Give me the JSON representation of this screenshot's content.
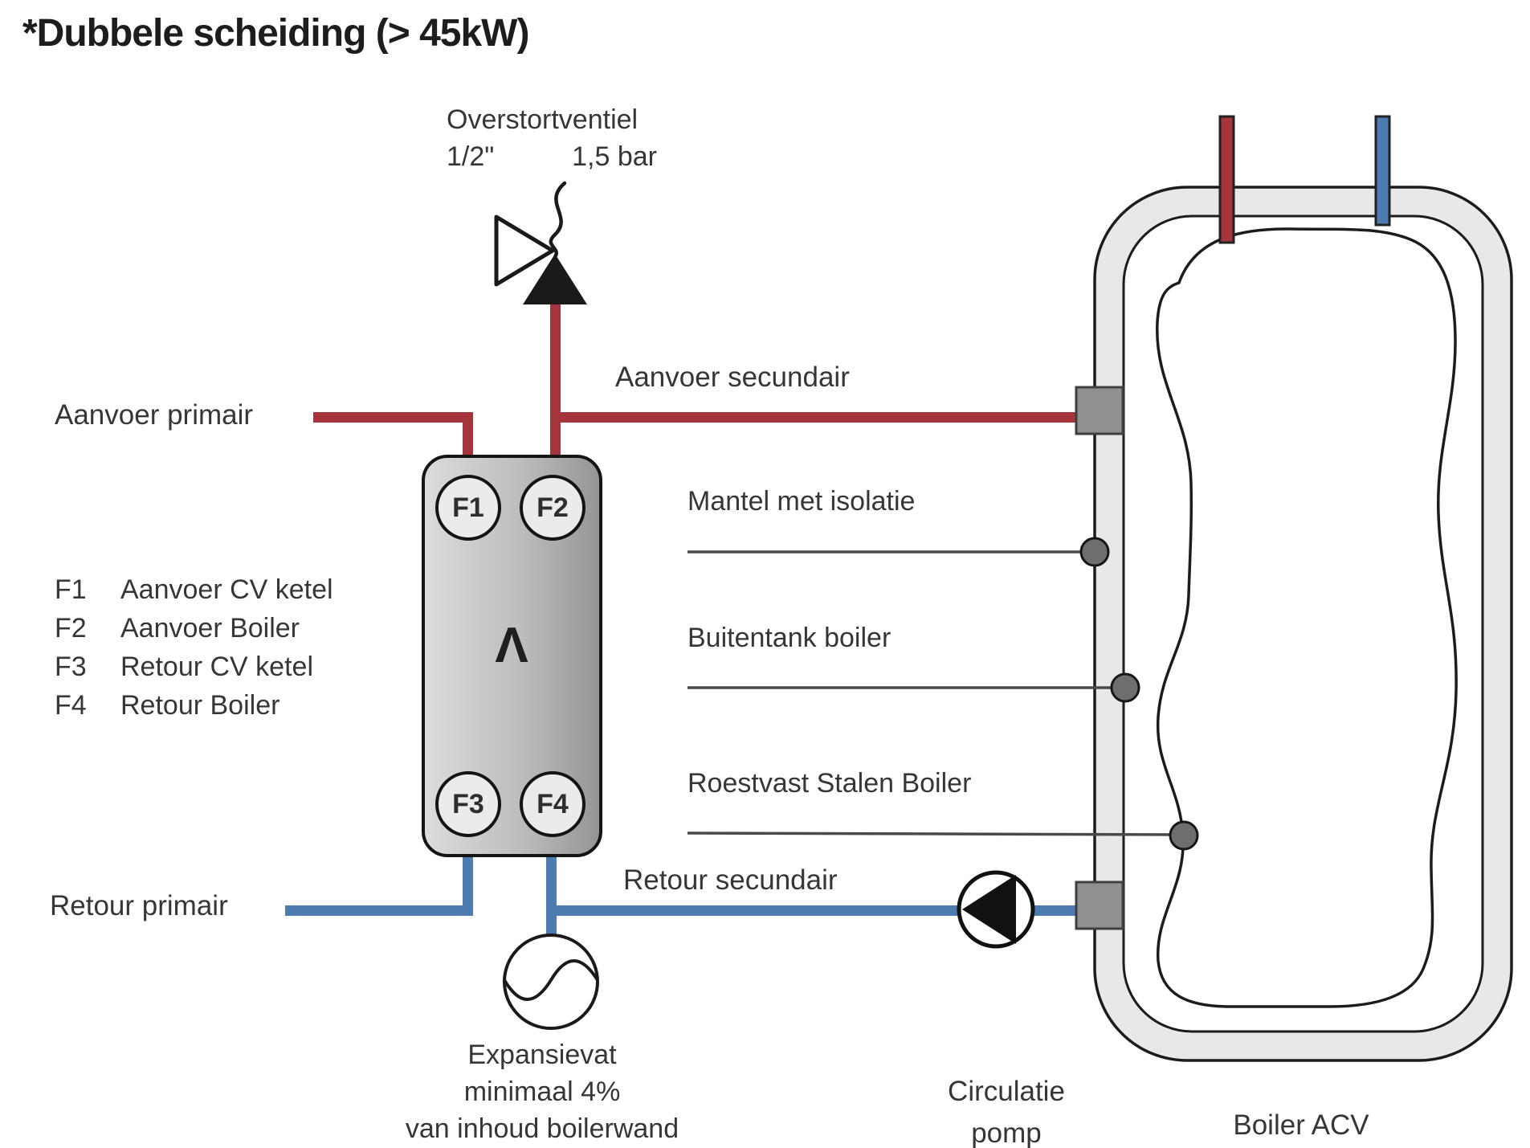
{
  "title": "*Dubbele scheiding (> 45kW)",
  "relief_valve": {
    "label": "Overstortventiel",
    "size": "1/2\"",
    "pressure": "1,5 bar"
  },
  "pipes": {
    "supply_primary": "Aanvoer primair",
    "supply_secondary": "Aanvoer secundair",
    "return_primary": "Retour primair",
    "return_secondary": "Retour secundair"
  },
  "heat_exchanger": {
    "symbol": "Λ",
    "ports": [
      "F1",
      "F2",
      "F3",
      "F4"
    ]
  },
  "legend": [
    {
      "key": "F1",
      "label": "Aanvoer CV ketel"
    },
    {
      "key": "F2",
      "label": "Aanvoer Boiler"
    },
    {
      "key": "F3",
      "label": "Retour CV ketel"
    },
    {
      "key": "F4",
      "label": "Retour Boiler"
    }
  ],
  "callouts": [
    "Mantel met isolatie",
    "Buitentank boiler",
    "Roestvast Stalen Boiler"
  ],
  "expansion_vessel": {
    "line1": "Expansievat",
    "line2": "minimaal 4%",
    "line3": "van inhoud boilerwand"
  },
  "circulation_pump": {
    "line1": "Circulatie",
    "line2": "pomp"
  },
  "boiler_label": "Boiler ACV",
  "colors": {
    "hot_pipe": "#a6343c",
    "cold_pipe": "#4d7cb0",
    "boiler_shell": "#e8e8e8",
    "fitting": "#909090",
    "marker_dot": "#6e6e6e",
    "text": "#333333"
  }
}
